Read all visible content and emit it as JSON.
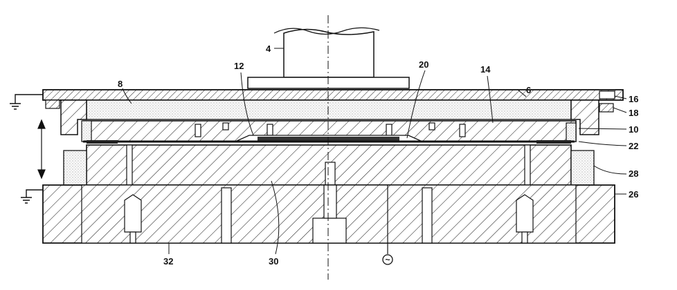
{
  "labels": {
    "l4": "4",
    "l6": "6",
    "l8": "8",
    "l10": "10",
    "l12": "12",
    "l14": "14",
    "l16": "16",
    "l18": "18",
    "l20": "20",
    "l22": "22",
    "l26": "26",
    "l28": "28",
    "l30": "30",
    "l32": "32"
  },
  "ac_symbol": "~"
}
